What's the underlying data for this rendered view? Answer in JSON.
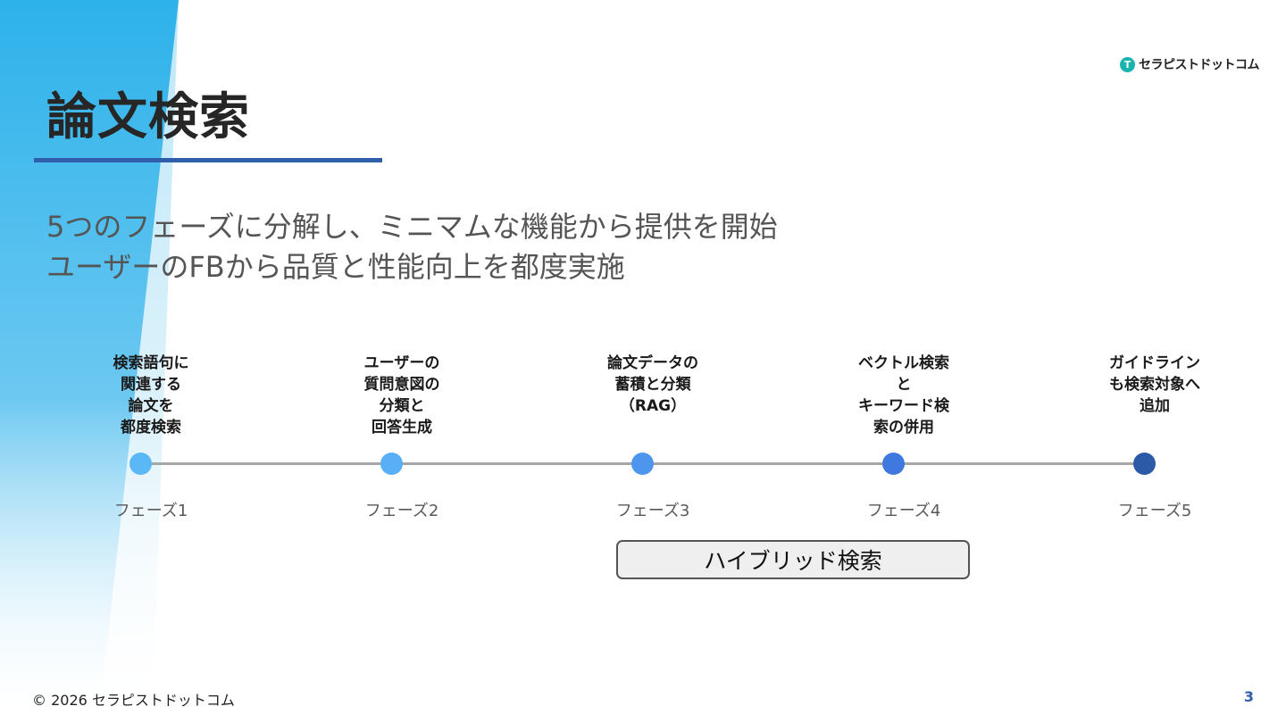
{
  "logo": {
    "mark": "T",
    "text": "セラピストドットコム"
  },
  "slide": {
    "title": "論文検索",
    "subtitle_lines": [
      "5つのフェーズに分解し、ミニマムな機能から提供を開始",
      "ユーザーのFBから品質と性能向上を都度実施"
    ]
  },
  "phases": [
    {
      "label": "フェーズ1",
      "desc": [
        "検索語句に",
        "関連する",
        "論文を",
        "都度検索"
      ],
      "color": "#5bb8f6"
    },
    {
      "label": "フェーズ2",
      "desc": [
        "ユーザーの",
        "質問意図の",
        "分類と",
        "回答生成"
      ],
      "color": "#58aff5"
    },
    {
      "label": "フェーズ3",
      "desc": [
        "論文データの",
        "蓄積と分類",
        "（RAG）"
      ],
      "color": "#4e95ee"
    },
    {
      "label": "フェーズ4",
      "desc": [
        "ベクトル検索",
        "と",
        "キーワード検",
        "索の併用"
      ],
      "color": "#3f79df"
    },
    {
      "label": "フェーズ5",
      "desc": [
        "ガイドライン",
        "も検索対象へ",
        "追加"
      ],
      "color": "#2d5aa6"
    }
  ],
  "hybrid_box": {
    "label": "ハイブリッド検索"
  },
  "footer": {
    "copyright": "© 2026 セラピストドットコム",
    "page_number": "3"
  }
}
